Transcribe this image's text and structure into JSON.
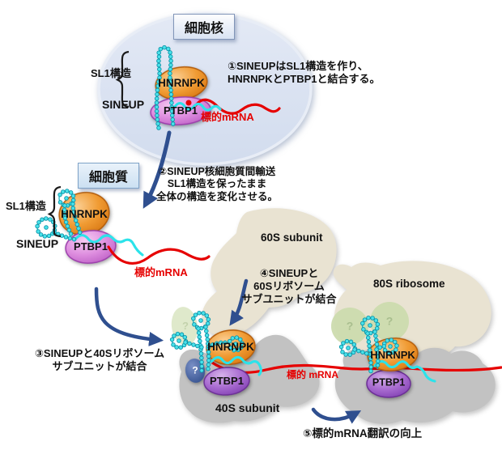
{
  "nucleus": {
    "label": "細胞核"
  },
  "cytoplasm": {
    "label": "細胞質"
  },
  "molecules": {
    "sl1": "SL1構造",
    "sineup": "SINEUP",
    "hnrnpk": "HNRNPK",
    "ptbp1": "PTBP1",
    "target_mrna": "標的mRNA",
    "target_mrna_spaced": "標的 mRNA",
    "unknown_factor": "?"
  },
  "ribosome": {
    "subunit_60s": "60S subunit",
    "subunit_40s": "40S subunit",
    "ribosome_80s": "80S ribosome"
  },
  "steps": {
    "step1": {
      "line1": "①SINEUPはSL1構造を作り、",
      "line2": "HNRNPKとPTBP1と結合する。"
    },
    "step2": {
      "line1": "②SINEUP核細胞質間輸送",
      "line2": "SL1構造を保ったまま",
      "line3": "全体の構造を変化させる。"
    },
    "step3": {
      "line1": "③SINEUPと40Sリボソーム",
      "line2": "サブユニットが結合"
    },
    "step4": {
      "line1": "④SINEUPと",
      "line2": "60Sリボソーム",
      "line3": "サブユニットが結合"
    },
    "step5": {
      "label": "⑤標的mRNA翻訳の向上"
    }
  },
  "colors": {
    "nucleus_fill": "#D9E1F0",
    "arrow_blue": "#2F4F8F",
    "mrna_red": "#E60000",
    "sineup_cyan": "#2BE3EA",
    "hnrnpk_orange": "#EE8F1E",
    "ptbp1_pink": "#D983DC",
    "ptbp1_purple": "#9A5BC4",
    "ribosome_beige": "#E9E3D2",
    "ribosome_gray": "#C2C2C2",
    "subunit_green": "#CCDBAE",
    "unknown_blue": "#3C5E9E"
  }
}
